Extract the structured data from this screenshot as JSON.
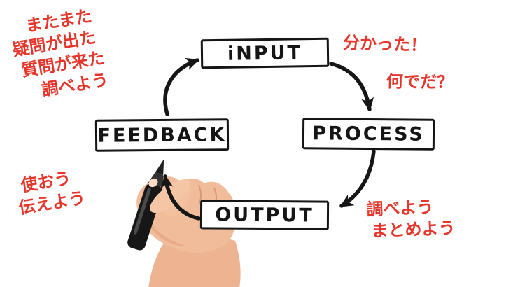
{
  "diagram": {
    "nodes": {
      "input": {
        "label": "iNPUT"
      },
      "process": {
        "label": "PROCESS"
      },
      "output": {
        "label": "OUTPUT"
      },
      "feedback": {
        "label": "FEEDBACK"
      }
    },
    "annotations": {
      "top_left_line1": "またまた",
      "top_left_line2": "疑問が出た",
      "top_left_line3": "質問が来た",
      "top_left_line4": "調べよう",
      "right_top": "分かった！",
      "right_mid": "何でだ？",
      "bottom_right_line1": "調べよう",
      "bottom_right_line2": "まとめよう",
      "bottom_left_line1": "使おう",
      "bottom_left_line2": "伝えよう"
    },
    "colors": {
      "annotation_red": "#e6362b",
      "ink_black": "#161616",
      "skin": "#f1bc9a"
    }
  }
}
